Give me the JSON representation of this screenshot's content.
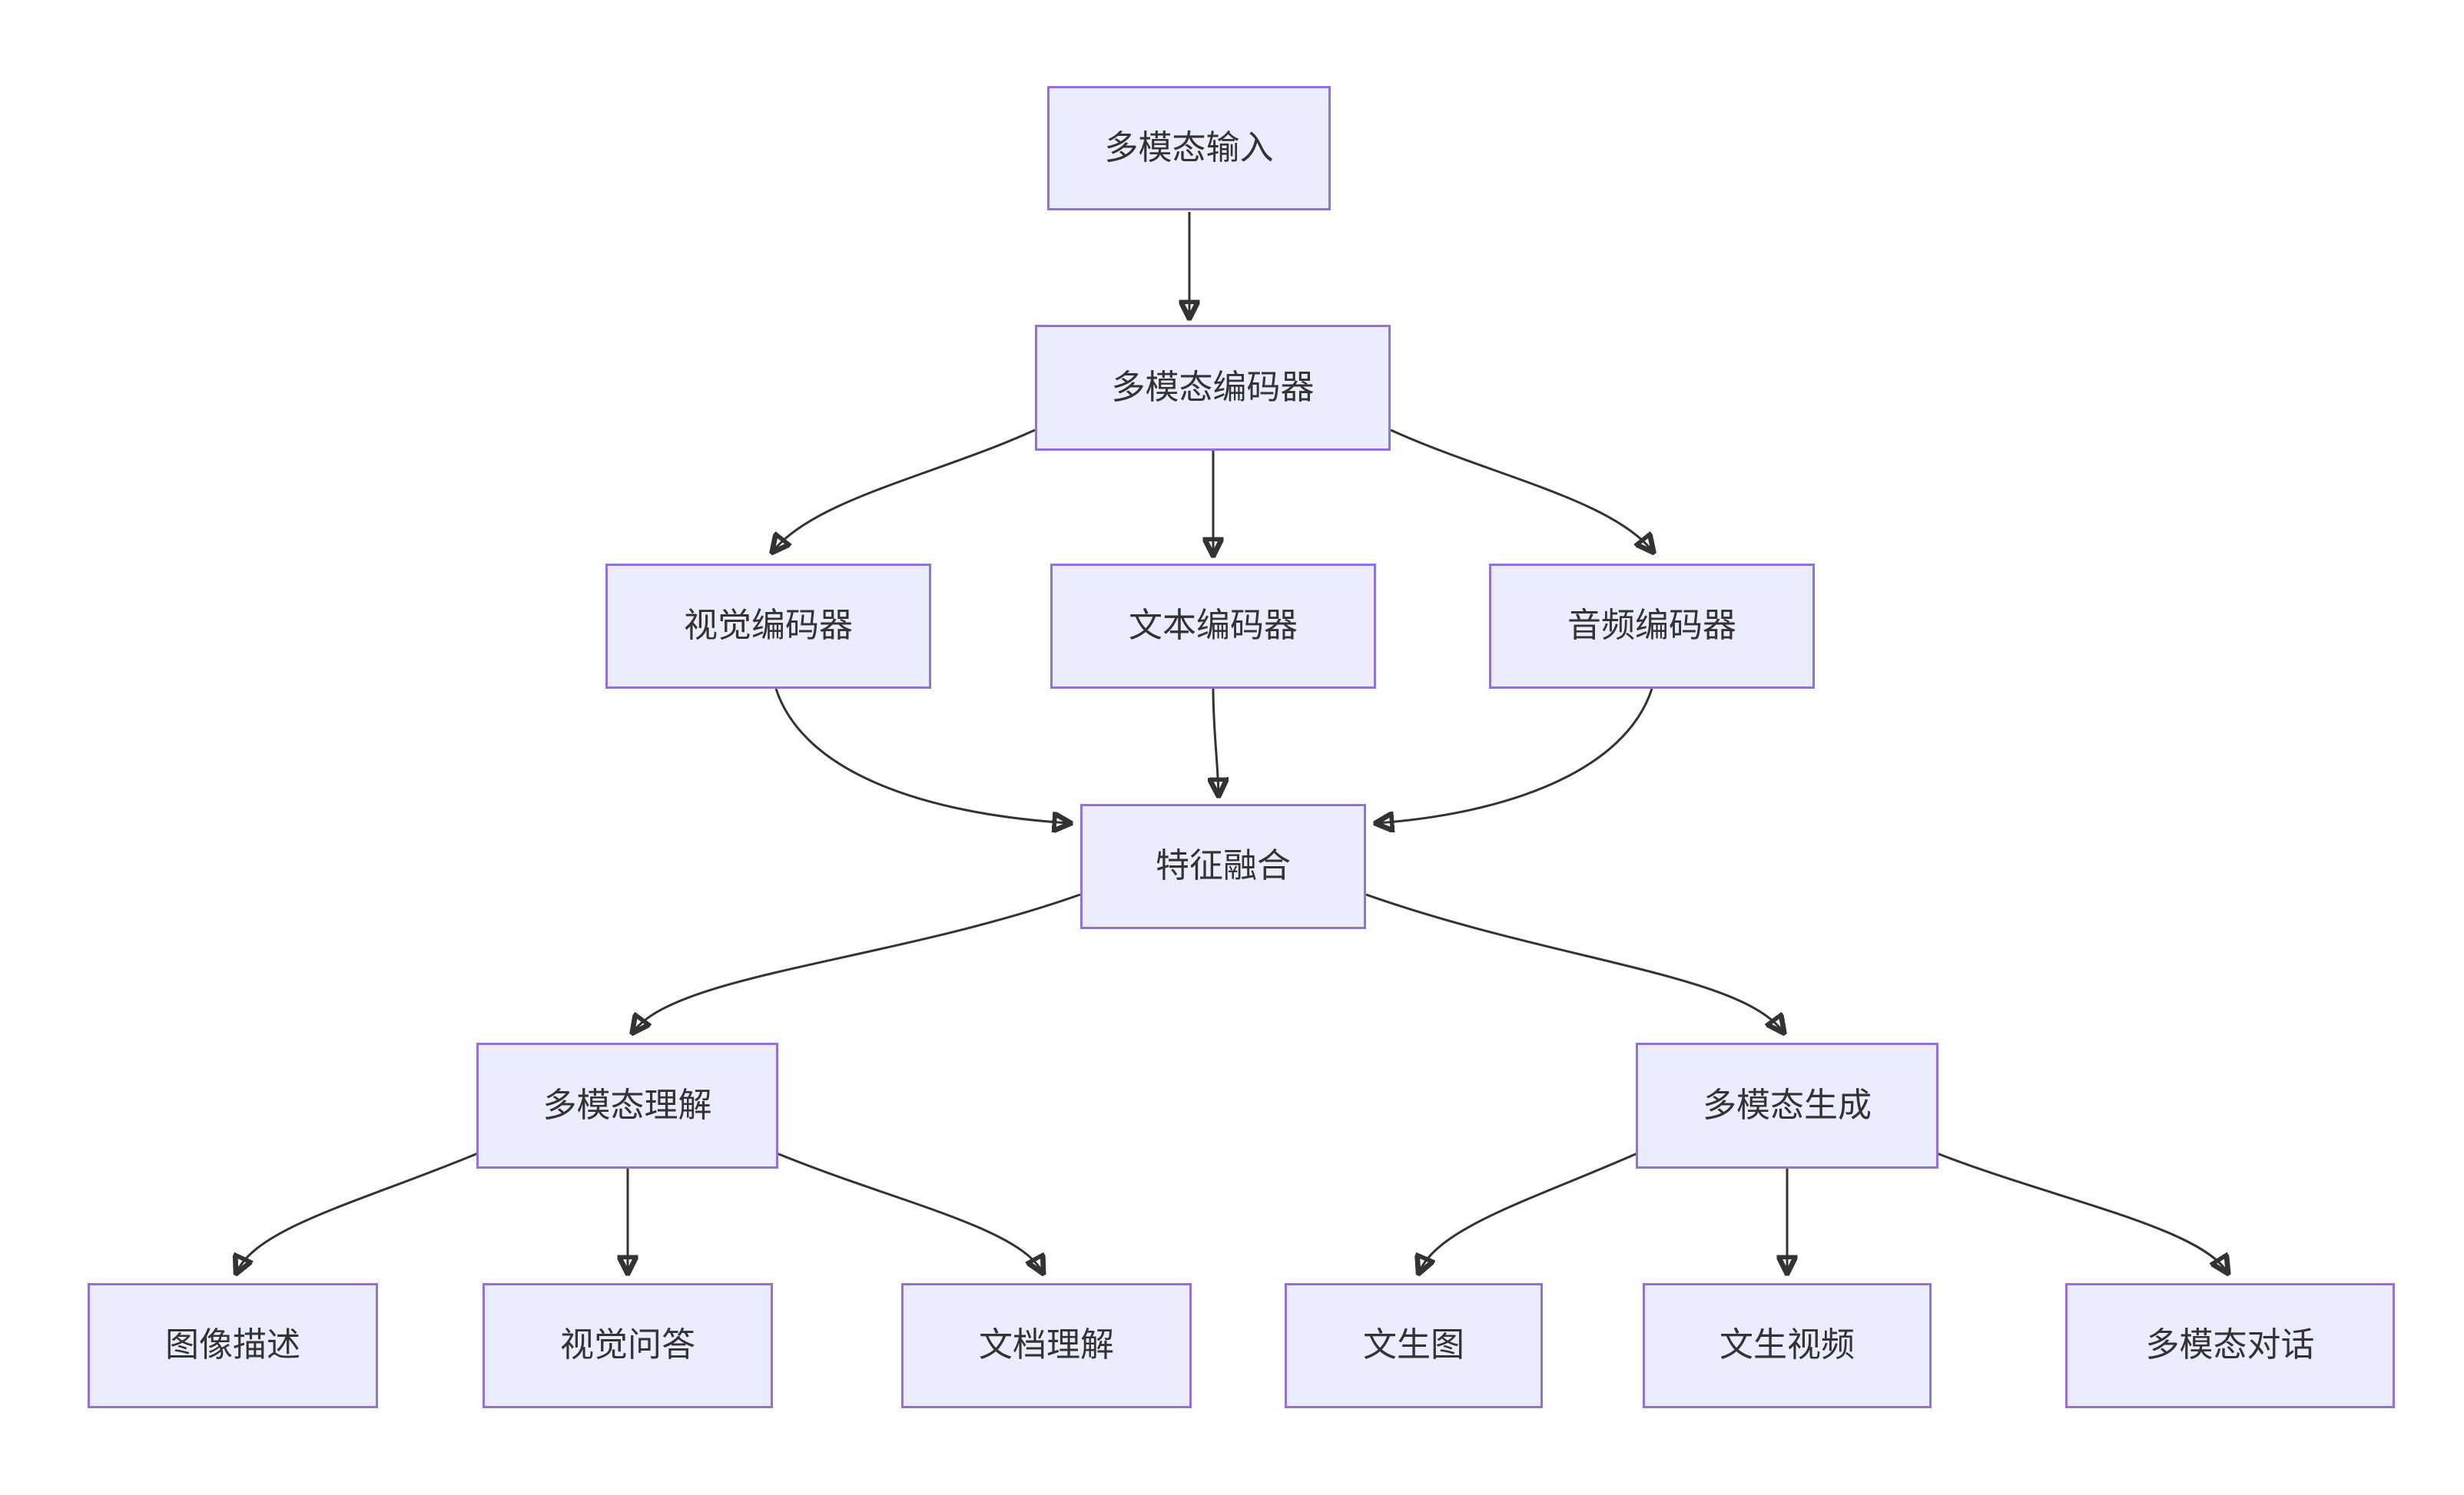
{
  "diagram": {
    "type": "flowchart",
    "direction": "top-down",
    "theme": {
      "node-fill": "#ECECFF",
      "node-border": "#9370DB",
      "edge-color": "#333333",
      "text-color": "#333333",
      "background": "#FFFFFF"
    },
    "nodes": {
      "input": {
        "label": "多模态输入"
      },
      "encoder": {
        "label": "多模态编码器"
      },
      "visual_encoder": {
        "label": "视觉编码器"
      },
      "text_encoder": {
        "label": "文本编码器"
      },
      "audio_encoder": {
        "label": "音频编码器"
      },
      "fusion": {
        "label": "特征融合"
      },
      "understanding": {
        "label": "多模态理解"
      },
      "generation": {
        "label": "多模态生成"
      },
      "image_caption": {
        "label": "图像描述"
      },
      "vqa": {
        "label": "视觉问答"
      },
      "doc_understanding": {
        "label": "文档理解"
      },
      "text_to_image": {
        "label": "文生图"
      },
      "text_to_video": {
        "label": "文生视频"
      },
      "multimodal_dialog": {
        "label": "多模态对话"
      }
    },
    "edges": [
      {
        "from": "input",
        "to": "encoder"
      },
      {
        "from": "encoder",
        "to": "visual_encoder"
      },
      {
        "from": "encoder",
        "to": "text_encoder"
      },
      {
        "from": "encoder",
        "to": "audio_encoder"
      },
      {
        "from": "visual_encoder",
        "to": "fusion"
      },
      {
        "from": "text_encoder",
        "to": "fusion"
      },
      {
        "from": "audio_encoder",
        "to": "fusion"
      },
      {
        "from": "fusion",
        "to": "understanding"
      },
      {
        "from": "fusion",
        "to": "generation"
      },
      {
        "from": "understanding",
        "to": "image_caption"
      },
      {
        "from": "understanding",
        "to": "vqa"
      },
      {
        "from": "understanding",
        "to": "doc_understanding"
      },
      {
        "from": "generation",
        "to": "text_to_image"
      },
      {
        "from": "generation",
        "to": "text_to_video"
      },
      {
        "from": "generation",
        "to": "multimodal_dialog"
      }
    ]
  }
}
